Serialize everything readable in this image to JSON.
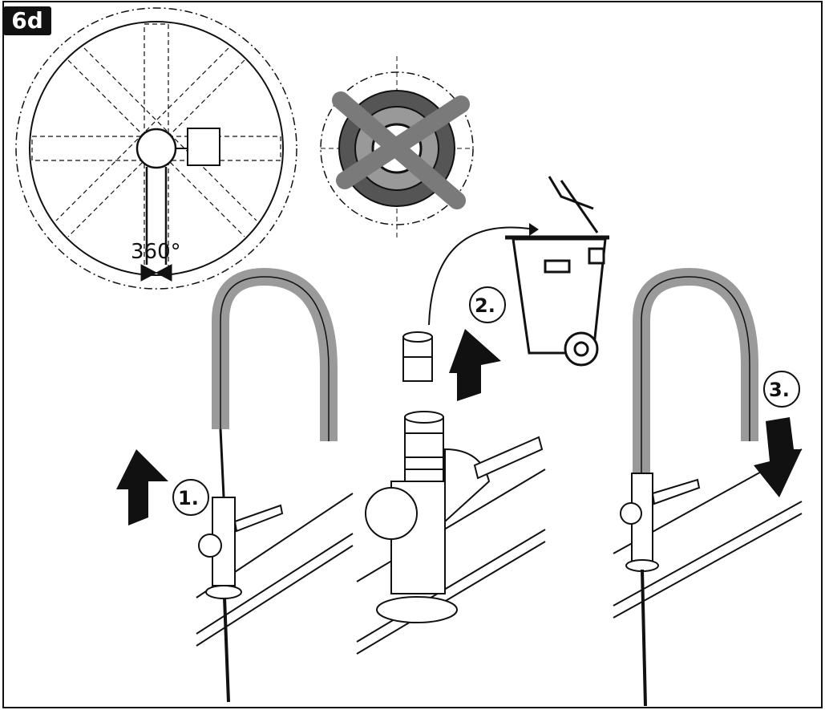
{
  "figure": {
    "label": "6d",
    "rotation_label": "360°",
    "steps": [
      {
        "number": "1."
      },
      {
        "number": "2."
      },
      {
        "number": "3."
      }
    ]
  },
  "colors": {
    "line": "#111111",
    "hose_gray": "#9a9a9a",
    "dark_gray": "#5a5a5a",
    "cross_gray": "#888888"
  }
}
